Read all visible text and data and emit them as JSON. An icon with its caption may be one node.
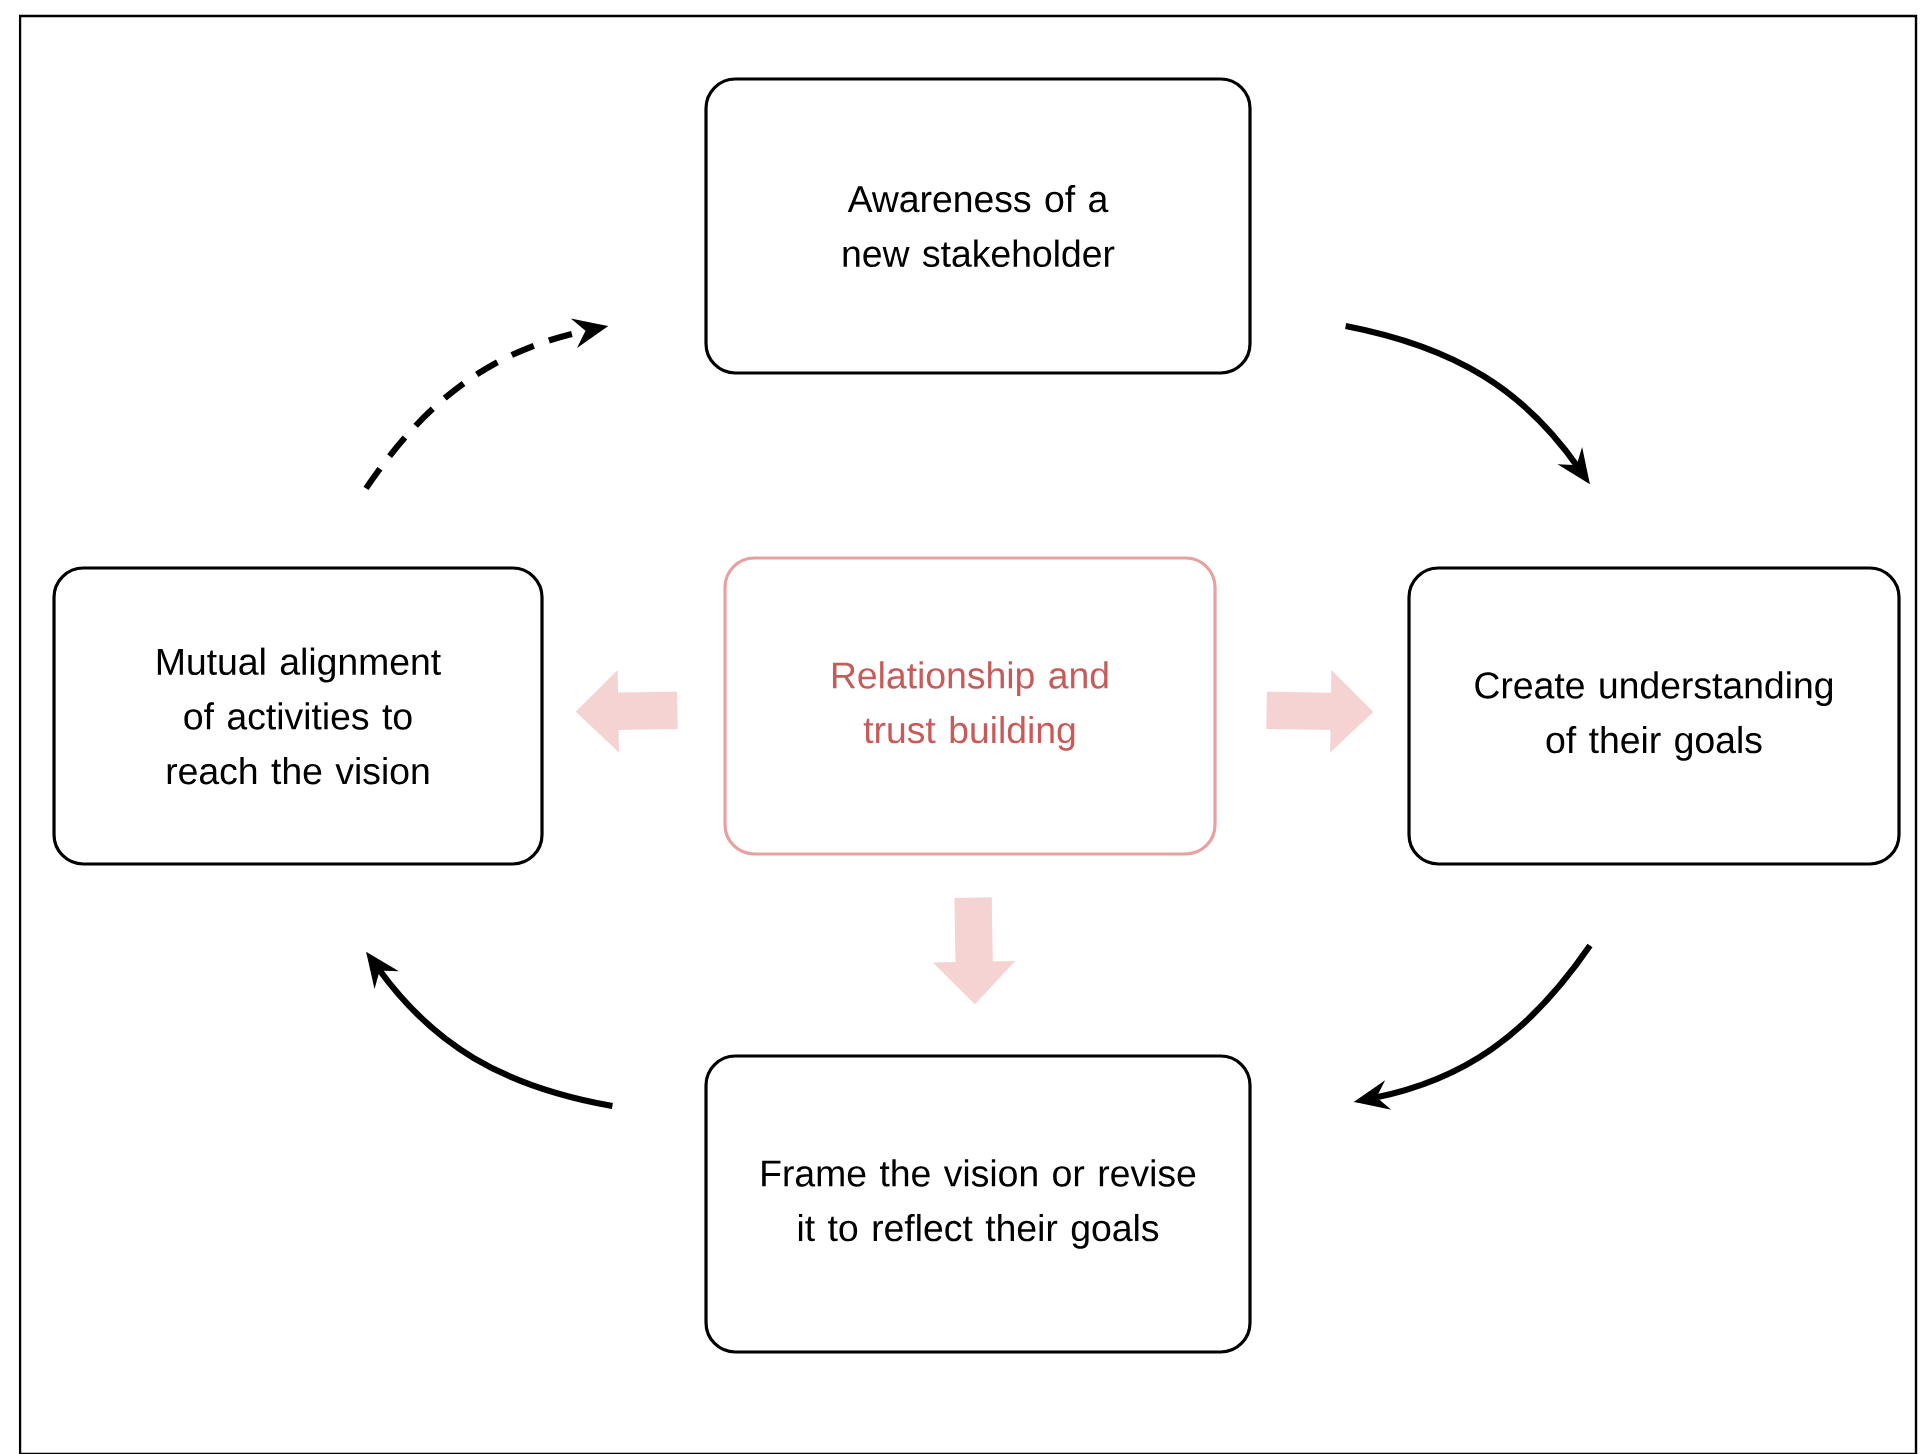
{
  "diagram": {
    "nodes": [
      {
        "text": [
          "Awareness of a new stakeholder"
        ]
      },
      {
        "text": [
          "Create understanding of their goals"
        ]
      },
      {
        "text": [
          "Frame the vision or revise it to reflect their goals"
        ]
      },
      {
        "text": [
          "Mutual alignment of activities to reach the vision"
        ]
      },
      {
        "text": [
          "Relationship and trust building"
        ]
      }
    ],
    "edges": [
      {
        "from": 0,
        "to": 1,
        "arrow": "to"
      },
      {
        "from": 1,
        "to": 2,
        "arrow": "to"
      },
      {
        "from": 2,
        "to": 3,
        "arrow": "to"
      },
      {
        "from": 3,
        "to": 0,
        "arrow": "to",
        "style": "dashed"
      },
      {
        "from": 4,
        "to": 3,
        "arrow": "to",
        "style": "thick",
        "color": "#f6d3d3"
      },
      {
        "from": 4,
        "to": 1,
        "arrow": "to",
        "style": "thick",
        "color": "#f6d3d3"
      },
      {
        "from": 4,
        "to": 2,
        "arrow": "to",
        "style": "thick",
        "color": "#f6d3d3"
      }
    ]
  }
}
